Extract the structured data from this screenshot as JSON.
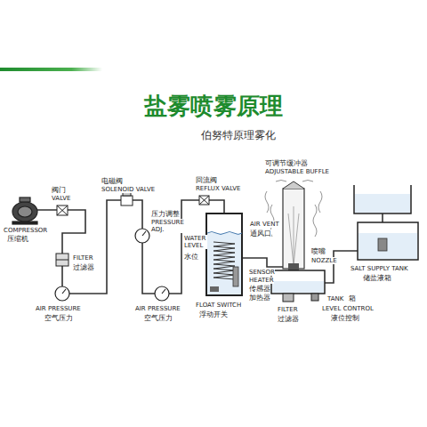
{
  "diagram": {
    "title": "盐雾喷雾原理",
    "labels": [
      "伯努特原理雾化",
      "阀门",
      "VALVE",
      "电磁阀",
      "SOLENOID VALVE",
      "回流阀",
      "REFLUX VALVE",
      "可调节缓冲器",
      "ADJUSTABLE BUFFLE",
      "COMPRESSOR",
      "压缩机",
      "压力调整",
      "PRESSURE ADJ.",
      "AIR VENT",
      "通风口",
      "WATER LEVEL",
      "水位",
      "FILTER",
      "过滤器",
      "喷嘴",
      "NOZZLE",
      "SALT SUPPLY TANK",
      "储盐液箱",
      "SENSOR",
      "HEATER",
      "传感器",
      "加热器",
      "TANK",
      "箱",
      "AIR PRESSURE",
      "空气压力",
      "AIR PRESSURE",
      "空气压力",
      "FLOAT SWITCH",
      "浮动开关",
      "FILTER",
      "过滤器",
      "LEVEL CONTROL",
      "液位控制"
    ]
  }
}
